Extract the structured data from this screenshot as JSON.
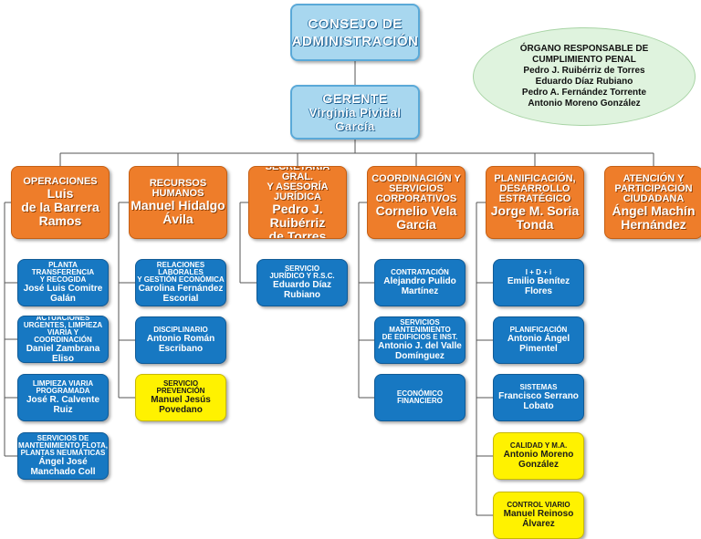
{
  "board": {
    "title": "CONSEJO DE\nADMINISTRACIÓN"
  },
  "compliance": {
    "title": "ÓRGANO RESPONSABLE DE\nCUMPLIMIENTO PENAL",
    "members": [
      "Pedro J. Ruibérriz de Torres",
      "Eduardo Díaz Rubiano",
      "Pedro A. Fernández Torrente",
      "Antonio Moreno González"
    ]
  },
  "manager": {
    "role": "GERENTE",
    "name": "Virginia Pividal García"
  },
  "colors": {
    "top": "#a8d7ef",
    "department": "#ee7d2a",
    "unit": "#1778c2",
    "unit_highlight": "#fff200",
    "compliance": "#dff3de"
  },
  "departments": [
    {
      "role": "OPERACIONES",
      "name": "Luis\nde la Barrera\nRamos",
      "units": [
        {
          "role": "PLANTA\nTRANSFERENCIA\nY RECOGIDA",
          "name": "José Luis Comitre\nGalán",
          "highlight": false
        },
        {
          "role": "ACTUACIONES\nURGENTES, LIMPIEZA\nVIARIA Y COORDINACIÓN",
          "name": "Daniel Zambrana\nEliso",
          "highlight": false
        },
        {
          "role": "LIMPIEZA VIARIA\nPROGRAMADA",
          "name": "José R. Calvente\nRuiz",
          "highlight": false
        },
        {
          "role": "SERVICIOS DE\nMANTENIMIENTO FLOTA,\nPLANTAS NEUMÁTICAS",
          "name": "Ángel José\nManchado Coll",
          "highlight": false
        }
      ]
    },
    {
      "role": "RECURSOS\nHUMANOS",
      "name": "Manuel Hidalgo\nÁvila",
      "units": [
        {
          "role": "RELACIONES\nLABORALES\nY GESTIÓN ECONÓMICA",
          "name": "Carolina Fernández\nEscorial",
          "highlight": false
        },
        {
          "role": "DISCIPLINARIO",
          "name": "Antonio Román\nEscribano",
          "highlight": false
        },
        {
          "role": "SERVICIO\nPREVENCIÓN",
          "name": "Manuel Jesús\nPovedano",
          "highlight": true
        }
      ]
    },
    {
      "role": "SECRETARÍA GRAL.\nY ASESORÍA\nJURÍDICA",
      "name": "Pedro J.\nRuibérriz\nde Torres",
      "units": [
        {
          "role": "SERVICIO\nJURÍDICO Y R.S.C.",
          "name": "Eduardo Díaz\nRubiano",
          "highlight": false
        }
      ]
    },
    {
      "role": "COORDINACIÓN Y\nSERVICIOS\nCORPORATIVOS",
      "name": "Cornelio Vela\nGarcía",
      "units": [
        {
          "role": "CONTRATACIÓN",
          "name": "Alejandro Pulido\nMartínez",
          "highlight": false
        },
        {
          "role": "SERVICIOS\nMANTENIMIENTO\nDE EDIFICIOS E INST.",
          "name": "Antonio J. del Valle\nDomínguez",
          "highlight": false
        },
        {
          "role": "ECONÓMICO\nFINANCIERO",
          "name": "",
          "highlight": false
        }
      ]
    },
    {
      "role": "PLANIFICACIÓN,\nDESARROLLO\nESTRATÉGICO",
      "name": "Jorge M. Soria\nTonda",
      "units": [
        {
          "role": "I + D + i",
          "name": "Emilio Benítez\nFlores",
          "highlight": false
        },
        {
          "role": "PLANIFICACIÓN",
          "name": "Antonio Ángel\nPimentel",
          "highlight": false
        },
        {
          "role": "SISTEMAS",
          "name": "Francisco Serrano\nLobato",
          "highlight": false
        },
        {
          "role": "CALIDAD Y M.A.",
          "name": "Antonio Moreno\nGonzález",
          "highlight": true
        },
        {
          "role": "CONTROL VIARIO",
          "name": "Manuel Reinoso\nÁlvarez",
          "highlight": true
        }
      ]
    },
    {
      "role": "ATENCIÓN Y\nPARTICIPACIÓN\nCIUDADANA",
      "name": "Ángel Machín\nHernández",
      "units": []
    }
  ]
}
